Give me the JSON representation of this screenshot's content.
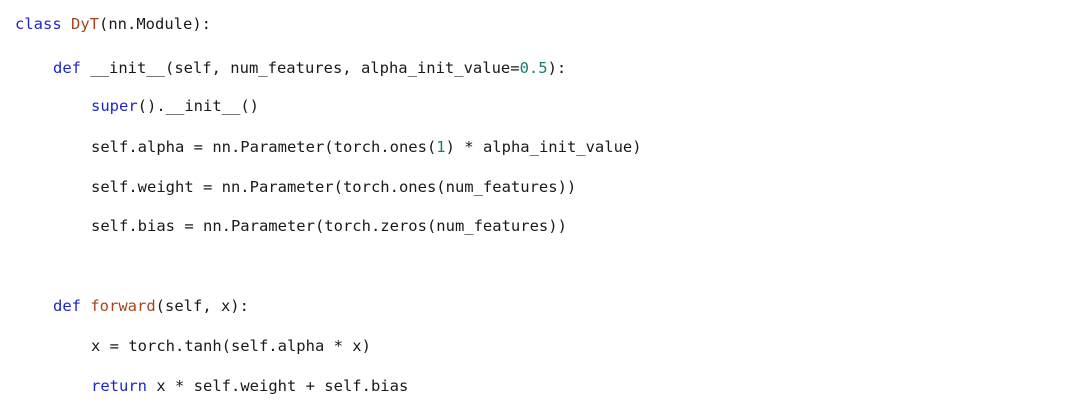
{
  "code": {
    "line1": {
      "kw": "class ",
      "name": "DyT",
      "rest": "(nn.Module):"
    },
    "line2": {
      "kw": "def ",
      "rest_a": "__init__(self, num_features, alpha_init_value=",
      "num": "0.5",
      "rest_b": "):"
    },
    "line3": {
      "builtin": "super",
      "rest": "().__init__()"
    },
    "line4": {
      "rest_a": "self.alpha = nn.Parameter(torch.ones(",
      "num": "1",
      "rest_b": ") * alpha_init_value)"
    },
    "line5": {
      "text": "self.weight = nn.Parameter(torch.ones(num_features))"
    },
    "line6": {
      "text": "self.bias = nn.Parameter(torch.zeros(num_features))"
    },
    "line7": {
      "kw": "def ",
      "name": "forward",
      "rest": "(self, x):"
    },
    "line8": {
      "text": "x = torch.tanh(self.alpha * x)"
    },
    "line9": {
      "kw": "return",
      "rest": " x * self.weight + self.bias"
    }
  },
  "colors": {
    "keyword": "#1d27c9",
    "function_name": "#a5451c",
    "number": "#177d6e",
    "text": "#1a1a1a",
    "background": "#ffffff"
  }
}
